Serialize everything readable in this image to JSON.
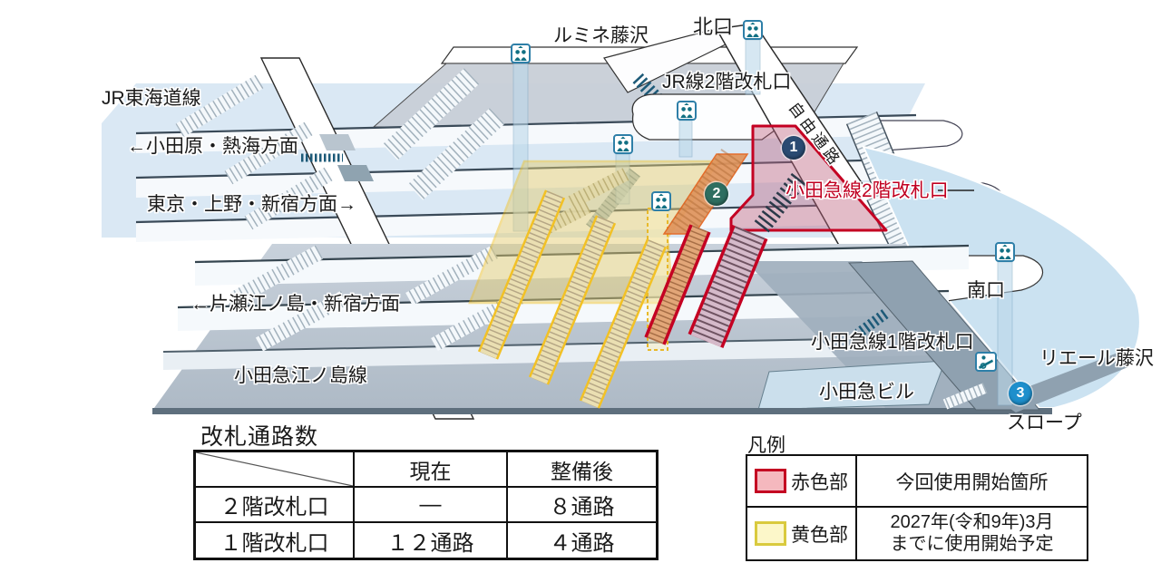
{
  "diagram": {
    "labels": {
      "jr_tokaido_line": "JR東海道線",
      "odawara_atami": "←小田原・熱海方面",
      "tokyo_ueno_shinjuku": "東京・上野・新宿方面→",
      "katase_enoshima": "←片瀬江ノ島・新宿方面",
      "odakyu_enoshima_line": "小田急江ノ島線",
      "lumine_fujisawa": "ルミネ藤沢",
      "north_exit": "北口",
      "jr_2f_gate": "JR線2階改札口",
      "free_passage": "自由通路",
      "odakyu_2f_gate": "小田急線2階改札口",
      "south_exit": "南口",
      "odakyu_1f_gate": "小田急線1階改札口",
      "liere_fujisawa": "リエール藤沢",
      "odakyu_building": "小田急ビル",
      "slope": "スロープ"
    },
    "badges": [
      {
        "number": "1"
      },
      {
        "number": "2"
      },
      {
        "number": "3"
      }
    ],
    "icons": {
      "elevator": "two-people-elevator",
      "slope": "wheelchair-ramp"
    }
  },
  "table": {
    "title": "改札通路数",
    "columns": [
      "現在",
      "整備後"
    ],
    "rows": [
      {
        "label": "２階改札口",
        "current": "—",
        "after": "８通路"
      },
      {
        "label": "１階改札口",
        "current": "１２通路",
        "after": "４通路"
      }
    ]
  },
  "legend": {
    "title": "凡例",
    "items": [
      {
        "swatch_label": "赤色部",
        "desc": "今回使用開始箇所",
        "fill": "#f5b8be",
        "border": "#c40022"
      },
      {
        "swatch_label": "黄色部",
        "desc_line1": "2027年(令和9年)3月",
        "desc_line2": "までに使用開始予定",
        "fill": "#fcf7c9",
        "border": "#d9ca3e"
      }
    ]
  },
  "colors": {
    "jr_zone_blue": "#dae8f4",
    "odakyu_slab_gray": "#c8d1db",
    "liere_blue": "#cbe2f1",
    "red_zone_border": "#c40022",
    "red_zone_fill": "#d2a8bc",
    "yellow_zone_border": "#f2c125",
    "yellow_zone_fill": "#e4cc70",
    "orange_zone": "#e0945c",
    "teal_stairs": "#1d5a78",
    "badge_1": "#2b4b72",
    "badge_2": "#2e6e60",
    "badge_3": "#1e8fcc",
    "red_label_text": "#c00021"
  }
}
